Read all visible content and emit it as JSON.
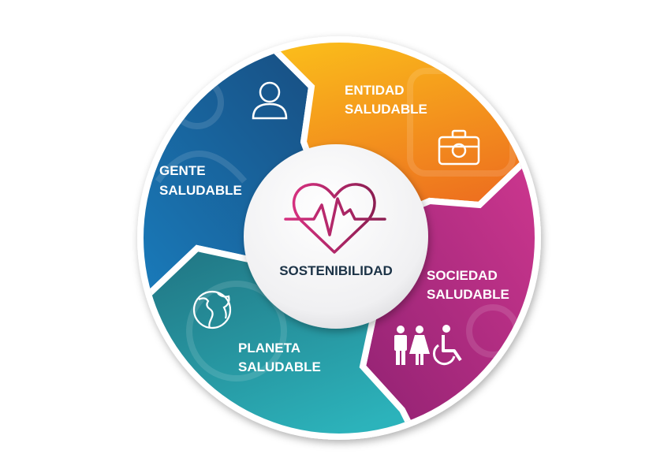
{
  "center": {
    "label": "SOSTENIBILIDAD",
    "icon": "heartbeat-icon"
  },
  "segments": [
    {
      "id": "gente",
      "line1": "GENTE",
      "line2": "SALUDABLE",
      "icon": "person-icon",
      "color": "#1a6fae"
    },
    {
      "id": "entidad",
      "line1": "ENTIDAD",
      "line2": "SALUDABLE",
      "icon": "medical-kit-icon",
      "color": "#f39a1c"
    },
    {
      "id": "sociedad",
      "line1": "SOCIEDAD",
      "line2": "SALUDABLE",
      "icon": "people-accessibility-icon",
      "color": "#b82a84"
    },
    {
      "id": "planeta",
      "line1": "PLANETA",
      "line2": "SALUDABLE",
      "icon": "globe-icon",
      "color": "#26929c"
    }
  ]
}
